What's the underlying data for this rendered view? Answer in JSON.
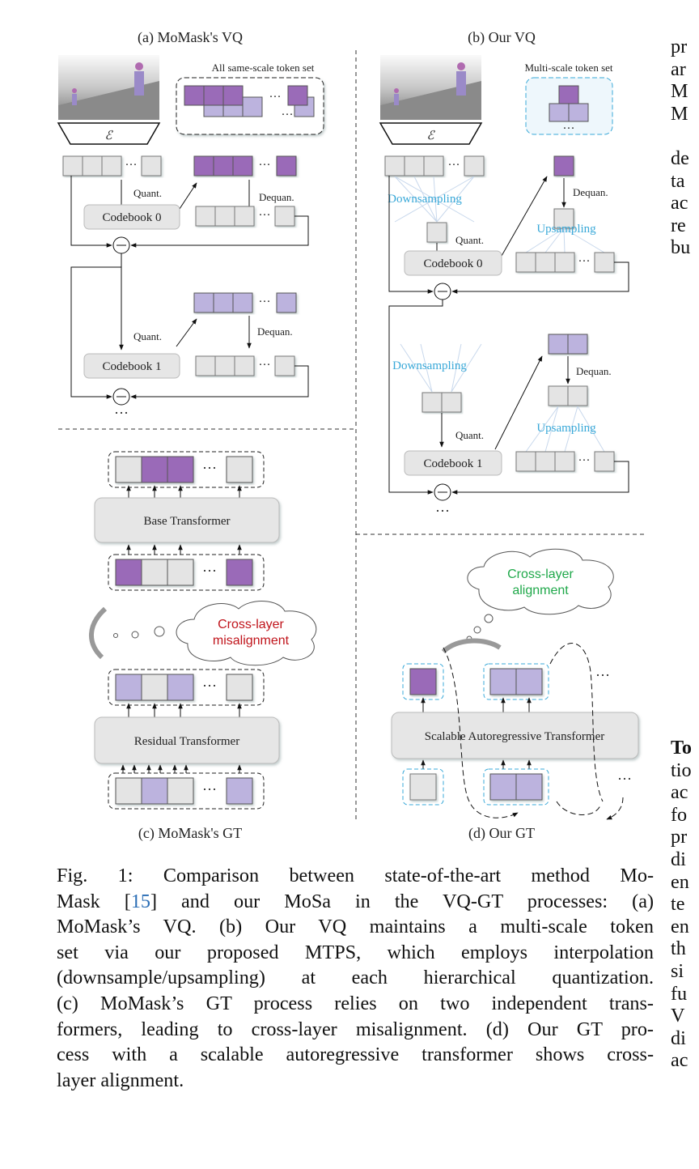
{
  "figure": {
    "panel_a": {
      "title": "(a) MoMask's VQ",
      "token_set_label": "All same-scale token set",
      "encoder_symbol": "ℰ",
      "quant_label": "Quant.",
      "dequant_label": "Dequan.",
      "codebook_0": "Codebook 0",
      "codebook_1": "Codebook 1",
      "ellipsis": "···"
    },
    "panel_b": {
      "title": "(b) Our VQ",
      "token_set_label": "Multi-scale token set",
      "encoder_symbol": "ℰ",
      "downsampling_label": "Downsampling",
      "upsampling_label": "Upsampling",
      "quant_label": "Quant.",
      "dequant_label": "Dequan.",
      "codebook_0": "Codebook 0",
      "codebook_1": "Codebook 1",
      "ellipsis": "···"
    },
    "panel_c": {
      "title": "(c) MoMask's GT",
      "base_transformer": "Base Transformer",
      "residual_transformer": "Residual Transformer",
      "cloud_text_1": "Cross-layer",
      "cloud_text_2": "misalignment",
      "ellipsis": "···"
    },
    "panel_d": {
      "title": "(d) Our GT",
      "transformer": "Scalable Autoregressive Transformer",
      "cloud_text_1": "Cross-layer",
      "cloud_text_2": "alignment",
      "ellipsis": "···"
    },
    "colors": {
      "purple": "#9a6bb8",
      "light_purple": "#bcb3de",
      "gray_token": "#e4e4e4",
      "blue_text": "#38a8d8",
      "misalignment_red": "#c0141b",
      "alignment_green": "#1fa84a"
    }
  },
  "caption": {
    "lines": [
      "Fig. 1: Comparison between state-of-the-art method Mo-",
      "Mask [15] and our MoSa in the VQ-GT processes: (a)",
      "MoMask’s VQ. (b) Our VQ maintains a multi-scale token",
      "set via our proposed MTPS, which employs interpolation",
      "(downsample/upsampling) at each hierarchical quantization.",
      "(c) MoMask’s GT process relies on two independent trans-",
      "formers, leading to cross-layer misalignment. (d) Our GT pro-",
      "cess with a scalable autoregressive transformer shows cross-",
      "layer alignment."
    ],
    "cite_ref": "15"
  },
  "right_column": {
    "top_fragments": [
      "pr",
      "ar",
      "M",
      "M",
      "",
      "de",
      "ta",
      "ac",
      "re",
      "bu"
    ],
    "bottom_fragments": [
      "To",
      "tio",
      "ac",
      "fo",
      "pr",
      "di",
      "en",
      "te",
      "en",
      "th",
      "si",
      "fu",
      "V",
      "di",
      "ac"
    ]
  }
}
